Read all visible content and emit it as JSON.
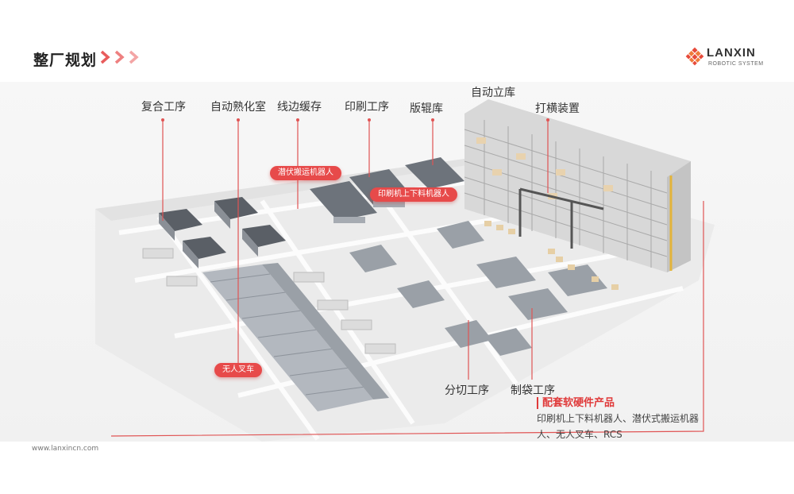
{
  "header": {
    "title": "整厂规划",
    "logo_name": "LANXIN",
    "logo_sub": "ROBOTIC SYSTEM"
  },
  "labels": {
    "composite": "复合工序",
    "curing_room": "自动熟化室",
    "line_buffer": "线边缓存",
    "printing": "印刷工序",
    "plate_roller": "版辊库",
    "auto_warehouse": "自动立库",
    "cross_device": "打横装置",
    "slitting": "分切工序",
    "bag_making": "制袋工序"
  },
  "pills": {
    "latent_robot": "潜伏搬运机器人",
    "printer_robot": "印刷机上下料机器人",
    "forklift": "无人叉车"
  },
  "products": {
    "title": "配套软硬件产品",
    "line1": "印刷机上下料机器人、潜伏式搬运机器",
    "line2": "人、无人叉车、RCS"
  },
  "footer": {
    "url": "www.lanxincn.com"
  },
  "colors": {
    "accent": "#e74a4a",
    "chevron": "#e85c5c"
  }
}
